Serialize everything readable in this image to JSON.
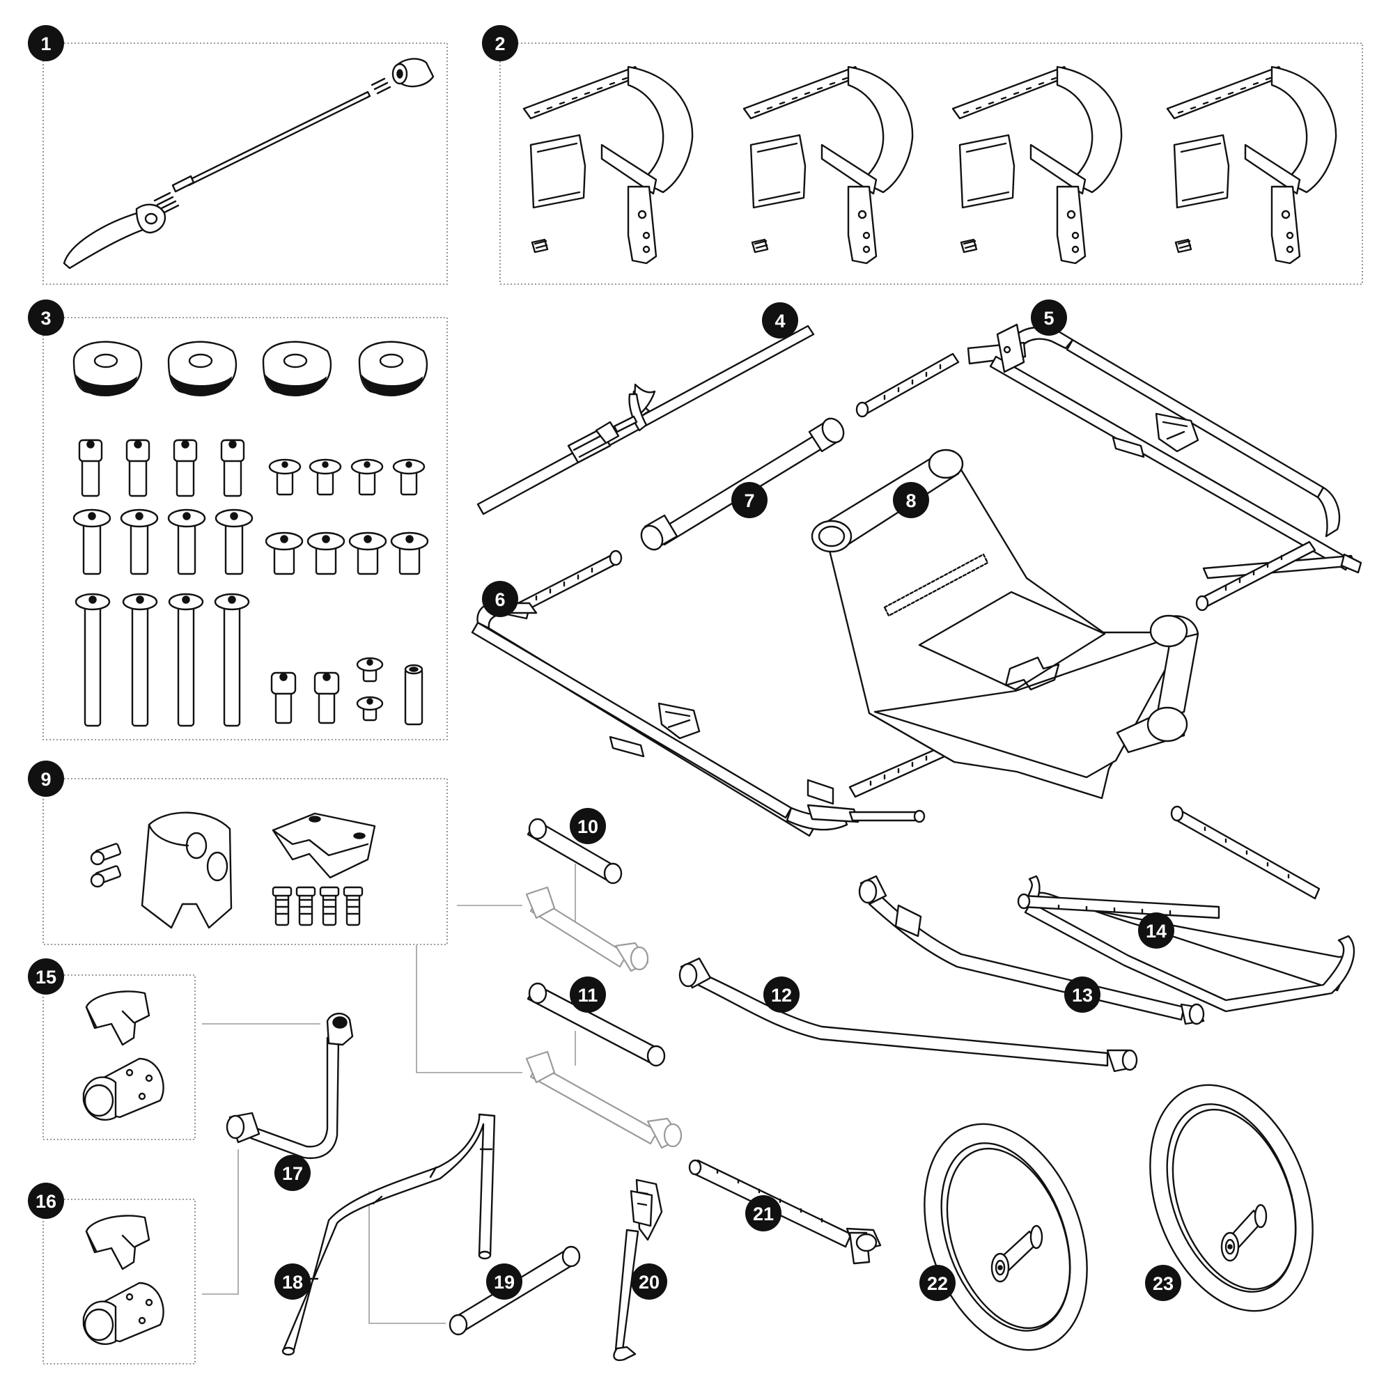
{
  "diagram": {
    "part_numbers": [
      "1",
      "2",
      "3",
      "4",
      "5",
      "6",
      "7",
      "8",
      "9",
      "10",
      "11",
      "12",
      "13",
      "14",
      "15",
      "16",
      "17",
      "18",
      "19",
      "20",
      "21",
      "22",
      "23"
    ]
  },
  "colors": {
    "ink": "#111111",
    "box_border": "#7a7a7a",
    "leader": "#9a9a9a",
    "background": "#ffffff"
  }
}
